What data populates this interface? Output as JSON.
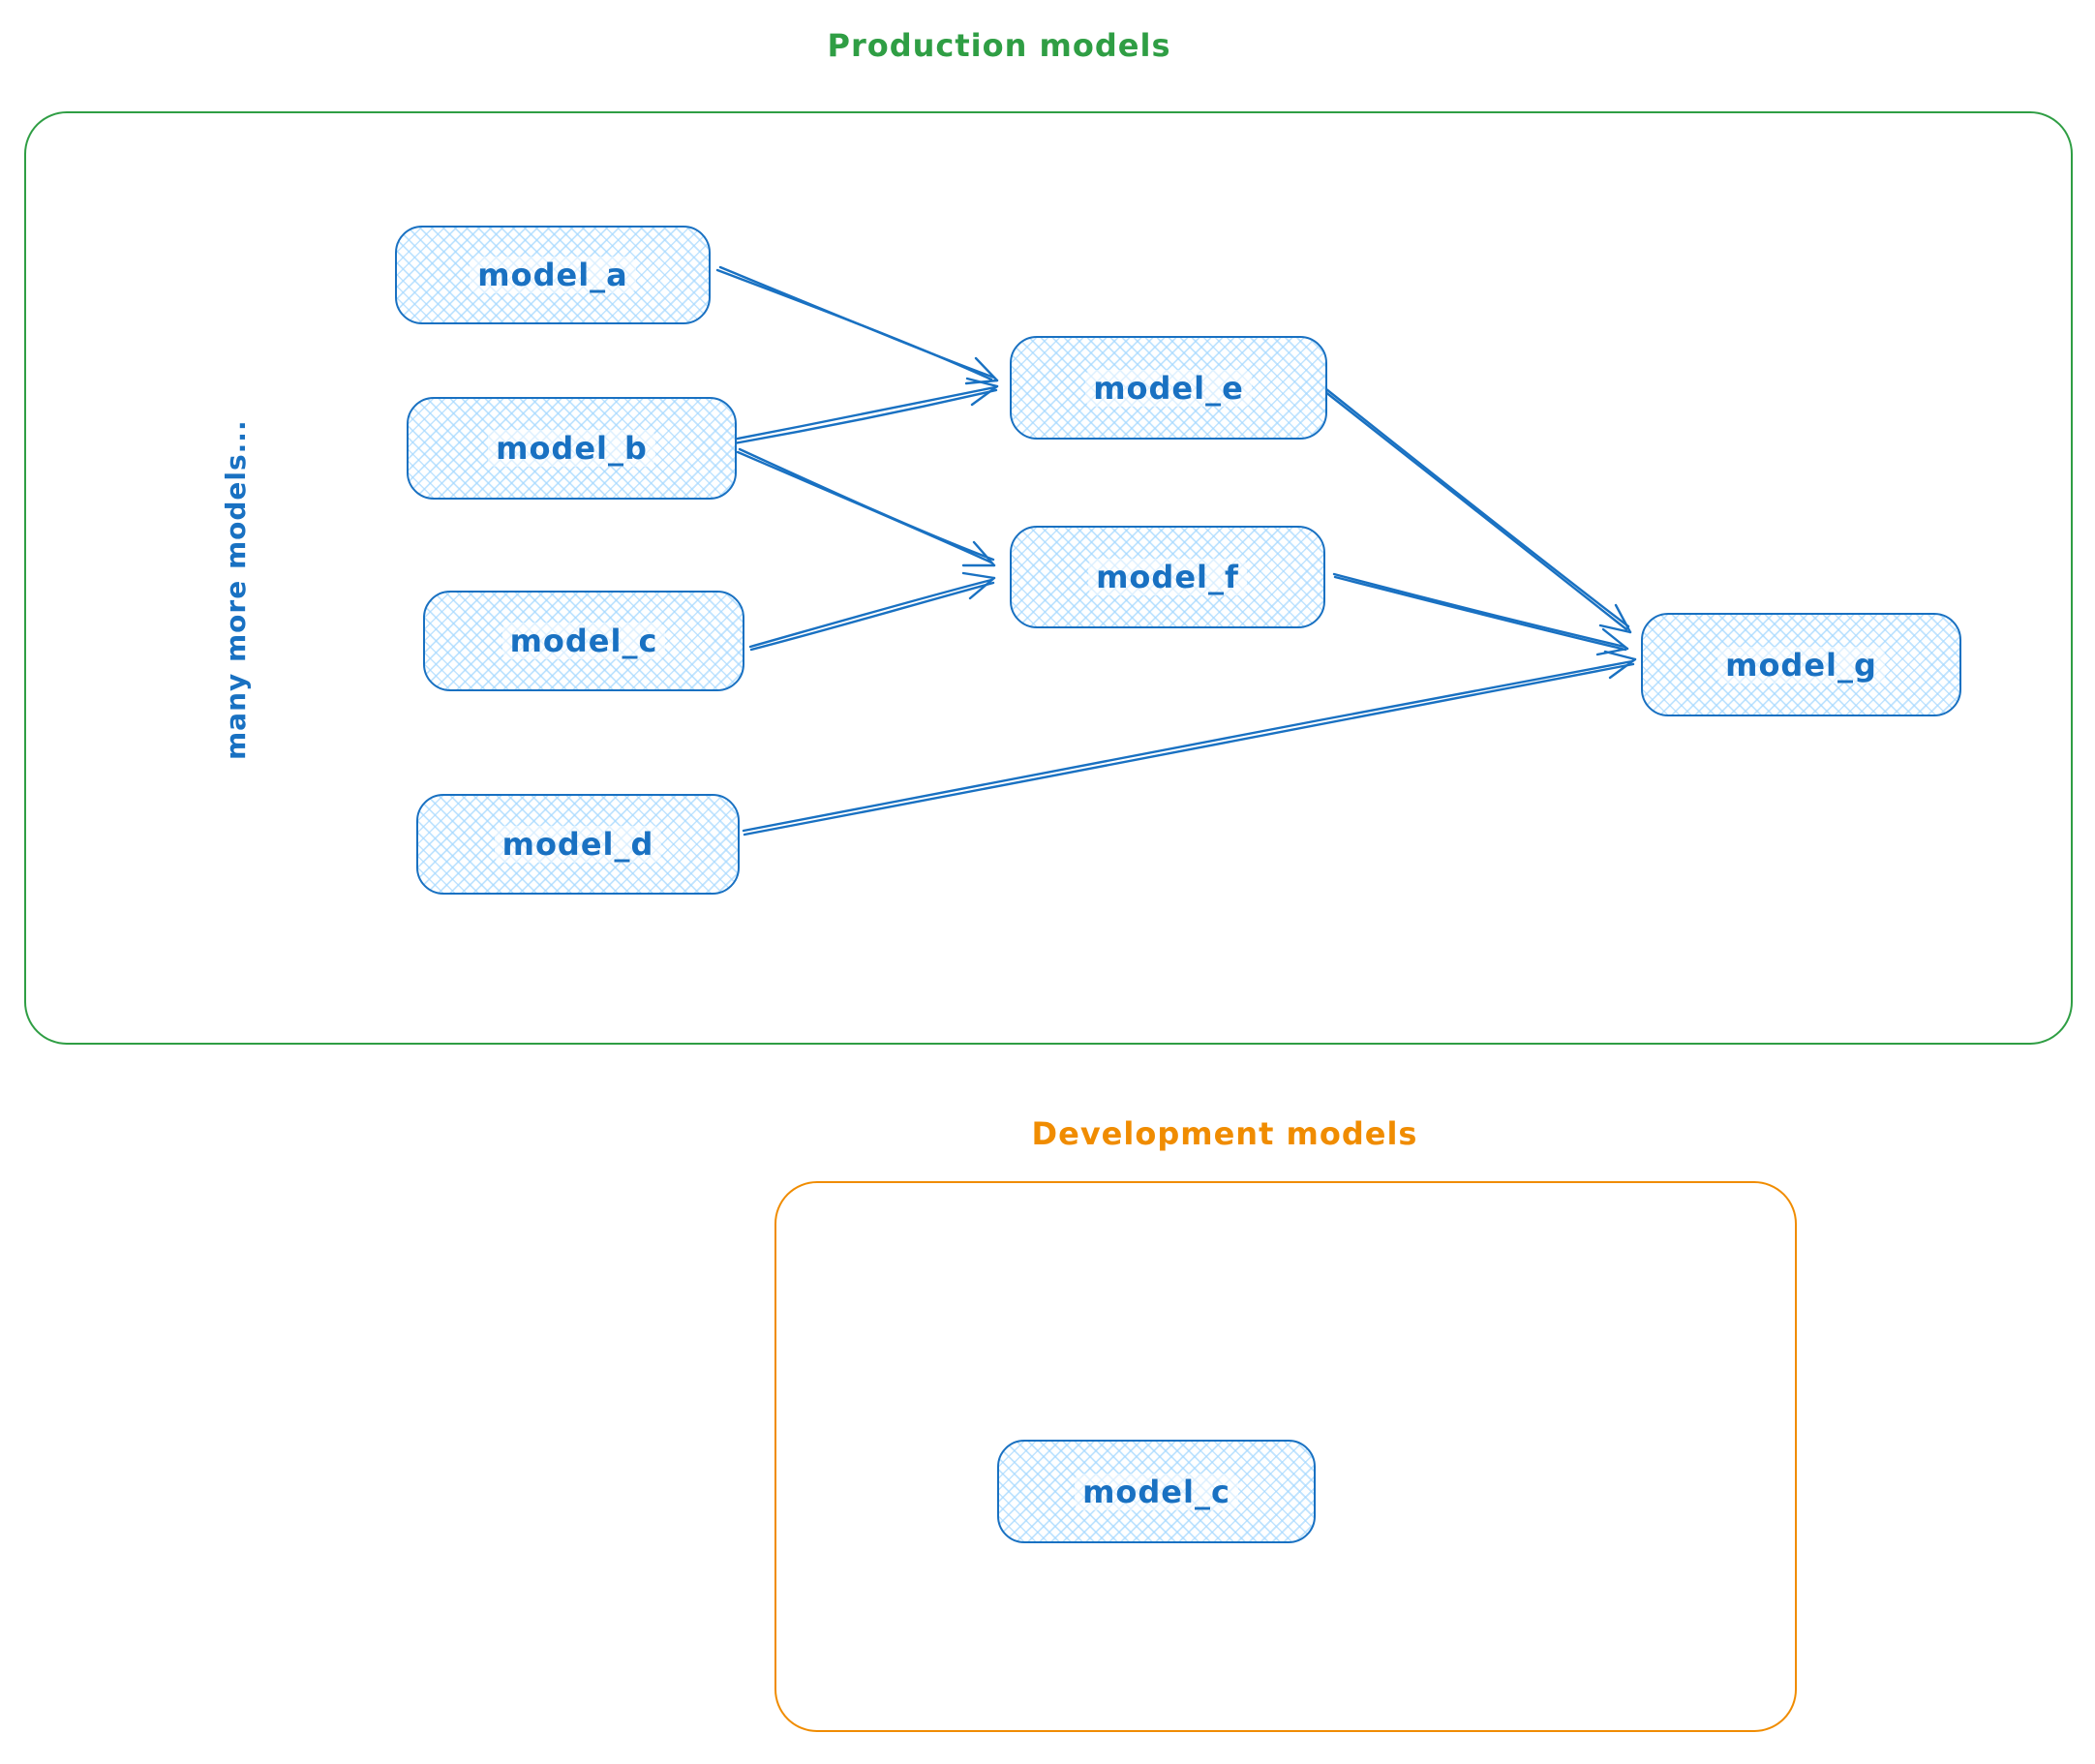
{
  "diagram": {
    "production": {
      "title": "Production models",
      "note": "many more models...",
      "nodes": [
        {
          "id": "model_a",
          "label": "model_a"
        },
        {
          "id": "model_b",
          "label": "model_b"
        },
        {
          "id": "model_c",
          "label": "model_c"
        },
        {
          "id": "model_d",
          "label": "model_d"
        },
        {
          "id": "model_e",
          "label": "model_e"
        },
        {
          "id": "model_f",
          "label": "model_f"
        },
        {
          "id": "model_g",
          "label": "model_g"
        }
      ],
      "edges": [
        {
          "from": "model_a",
          "to": "model_e"
        },
        {
          "from": "model_b",
          "to": "model_e"
        },
        {
          "from": "model_b",
          "to": "model_f"
        },
        {
          "from": "model_c",
          "to": "model_f"
        },
        {
          "from": "model_e",
          "to": "model_g"
        },
        {
          "from": "model_f",
          "to": "model_g"
        },
        {
          "from": "model_d",
          "to": "model_g"
        }
      ]
    },
    "development": {
      "title": "Development models",
      "nodes": [
        {
          "id": "model_c_dev",
          "label": "model_c"
        }
      ]
    },
    "colors": {
      "node_stroke": "#1971c2",
      "node_fill": "#a5d8ff",
      "label_text": "#1971c2",
      "production_border": "#2f9e44",
      "development_border": "#f08c00"
    }
  }
}
